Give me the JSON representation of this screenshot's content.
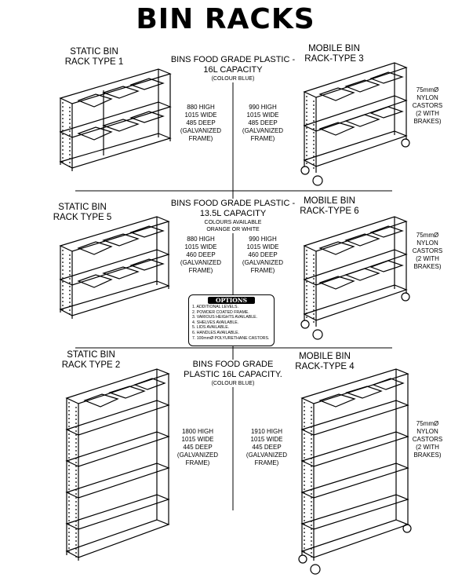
{
  "title": "BIN RACKS",
  "sections": [
    {
      "left_label": [
        "STATIC BIN",
        "RACK TYPE 1"
      ],
      "center_label": [
        "BINS FOOD GRADE PLASTIC -",
        "16L CAPACITY"
      ],
      "center_note": [
        "(COLOUR BLUE)"
      ],
      "left_specs": [
        "880 HIGH",
        "1015 WIDE",
        "485 DEEP",
        "(GALVANIZED",
        "FRAME)"
      ],
      "right_specs": [
        "990 HIGH",
        "1015 WIDE",
        "485 DEEP",
        "(GALVANIZED",
        "FRAME)"
      ],
      "right_label": [
        "MOBILE BIN",
        "RACK-TYPE 3"
      ],
      "castors": [
        "75mmØ",
        "NYLON",
        "CASTORS",
        "(2 WITH",
        "BRAKES)"
      ]
    },
    {
      "left_label": [
        "STATIC BIN",
        "RACK TYPE 5"
      ],
      "center_label": [
        "BINS FOOD GRADE PLASTIC -",
        "13.5L CAPACITY"
      ],
      "center_note": [
        "COLOURS AVAILABLE",
        "ORANGE OR WHITE"
      ],
      "left_specs": [
        "880 HIGH",
        "1015 WIDE",
        "460 DEEP",
        "(GALVANIZED",
        "FRAME)"
      ],
      "right_specs": [
        "990 HIGH",
        "1015 WIDE",
        "460 DEEP",
        "(GALVANIZED",
        "FRAME)"
      ],
      "right_label": [
        "MOBILE BIN",
        "RACK-TYPE 6"
      ],
      "castors": [
        "75mmØ",
        "NYLON",
        "CASTORS",
        "(2 WITH",
        "BRAKES)"
      ]
    },
    {
      "left_label": [
        "STATIC BIN",
        "RACK TYPE 2"
      ],
      "center_label": [
        "BINS FOOD GRADE",
        "PLASTIC 16L CAPACITY."
      ],
      "center_note": [
        "(COLOUR BLUE)"
      ],
      "left_specs": [
        "1800 HIGH",
        "1015 WIDE",
        "445 DEEP",
        "(GALVANIZED",
        "FRAME)"
      ],
      "right_specs": [
        "1910 HIGH",
        "1015 WIDE",
        "445 DEEP",
        "(GALVANIZED",
        "FRAME)"
      ],
      "right_label": [
        "MOBILE BIN",
        "RACK-TYPE 4"
      ],
      "castors": [
        "75mmØ",
        "NYLON",
        "CASTORS",
        "(2 WITH",
        "BRAKES)"
      ]
    }
  ],
  "options": {
    "title": "OPTIONS",
    "items": [
      "1. ADDITIONAL LEVELS.",
      "2. POWDER COATED FRAME.",
      "3. VARIOUS HEIGHTS AVAILABLE.",
      "4. SHELVES AVAILABLE.",
      "5. LIDS AVAILABLE.",
      "6. HANDLES AVAILABLE.",
      "7. 100mmØ POLYURETHANE CASTORS."
    ]
  }
}
